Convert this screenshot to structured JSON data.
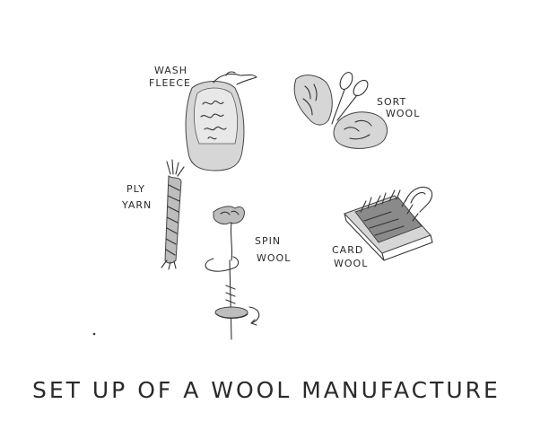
{
  "diagram": {
    "title": "SET UP OF A WOOL MANUFACTURE",
    "steps": {
      "wash": {
        "line1": "WASH",
        "line2": "FLEECE",
        "icon": "fleece-sack-icon"
      },
      "sort": {
        "line1": "SORT",
        "line2": "WOOL",
        "icon": "scissors-wool-icon"
      },
      "ply": {
        "line1": "PLY",
        "line2": "YARN",
        "icon": "plied-yarn-icon"
      },
      "spin": {
        "line1": "SPIN",
        "line2": "WOOL",
        "icon": "drop-spindle-icon"
      },
      "card": {
        "line1": "CARD",
        "line2": "WOOL",
        "icon": "hand-card-icon"
      }
    }
  }
}
